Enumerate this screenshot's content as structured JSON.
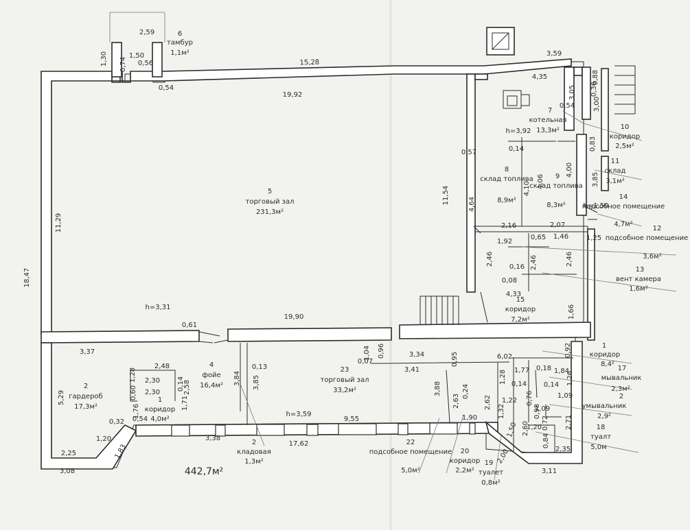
{
  "plan": {
    "total_area": "442,7м²",
    "rooms": [
      {
        "number": "1",
        "name": "коридор",
        "area": "4,0м²"
      },
      {
        "number": "1",
        "name": "коридор",
        "area": "8,4²"
      },
      {
        "number": "2",
        "name": "гардероб",
        "area": "17,3м²"
      },
      {
        "number": "2",
        "name": "кладовая",
        "area": "1,3м²"
      },
      {
        "number": "2",
        "name": "умывальник",
        "area": "2,9²"
      },
      {
        "number": "4",
        "name": "фойе",
        "area": "16,4м²"
      },
      {
        "number": "5",
        "name": "торговый зал",
        "area": "231,3м²"
      },
      {
        "number": "6",
        "name": "тамбур",
        "area": "1,1м²"
      },
      {
        "number": "7",
        "name": "котельная",
        "area": "13,3м²"
      },
      {
        "number": "8",
        "name": "склад топлива",
        "area": "8,9м²"
      },
      {
        "number": "9",
        "name": "склад топлива",
        "area": "8,3м²"
      },
      {
        "number": "10",
        "name": "коридор",
        "area": "2,5м²"
      },
      {
        "number": "11",
        "name": "склад",
        "area": "3,1м²"
      },
      {
        "number": "12",
        "name": "подсобное помещение",
        "area": "3,6м²"
      },
      {
        "number": "13",
        "name": "вент камера",
        "area": "1,6м²"
      },
      {
        "number": "14",
        "name": "подсобное помещение",
        "area": "4,7м²"
      },
      {
        "number": "15",
        "name": "коридор",
        "area": "7,2м²"
      },
      {
        "number": "17",
        "name": "мывальник",
        "area": "2,3м²"
      },
      {
        "number": "18",
        "name": "туалт",
        "area": "5,0м"
      },
      {
        "number": "19",
        "name": "туалет",
        "area": "0,8м²"
      },
      {
        "number": "20",
        "name": "коридор",
        "area": "2,2м²"
      },
      {
        "number": "22",
        "name": "подсобное помещение",
        "area": "5,0м²"
      },
      {
        "number": "23",
        "name": "торговый зал",
        "area": "33,2м²"
      }
    ],
    "heights": [
      "h=3,31",
      "h=3,59",
      "h=3,92",
      "h=1,50"
    ],
    "dimensions": [
      "2,59",
      "1,50",
      "0,56",
      "1,30",
      "0,74",
      "0,54",
      "15,28",
      "19,92",
      "3,59",
      "4,35",
      "0,88",
      "0,36",
      "3,05",
      "0,54",
      "3,00",
      "0,83",
      "3,85",
      "0,57",
      "11,54",
      "4,64",
      "0,14",
      "4,10",
      "4,06",
      "4,00",
      "2,16",
      "2,07",
      "1,92",
      "0,65",
      "1,46",
      "1,25",
      "0,16",
      "2,46",
      "2,46",
      "2,46",
      "0,08",
      "4,33",
      "1,66",
      "0,61",
      "19,90",
      "11,29",
      "18,47",
      "3,37",
      "1,28",
      "2,48",
      "0,60",
      "2,30",
      "2,30",
      "0,14",
      "2,58",
      "1,71",
      "3,84",
      "0,13",
      "3,85",
      "1,04",
      "0,96",
      "0,07",
      "3,34",
      "3,41",
      "0,95",
      "6,02",
      "0,92",
      "1,77",
      "0,18",
      "1,84",
      "1,26",
      "0,14",
      "0,14",
      "1,09",
      "1,28",
      "1,22",
      "0,76",
      "1,09",
      "0,98",
      "1,20",
      "0,72",
      "2,71",
      "0,84",
      "2,35",
      "5,29",
      "1,76",
      "0,32",
      "0,54",
      "1,20",
      "1,83",
      "2,25",
      "3,08",
      "3,38",
      "17,62",
      "9,55",
      "1,90",
      "3,88",
      "2,63",
      "0,24",
      "2,62",
      "1,32",
      "1,50",
      "2,60",
      "2,00",
      "3,11"
    ]
  }
}
